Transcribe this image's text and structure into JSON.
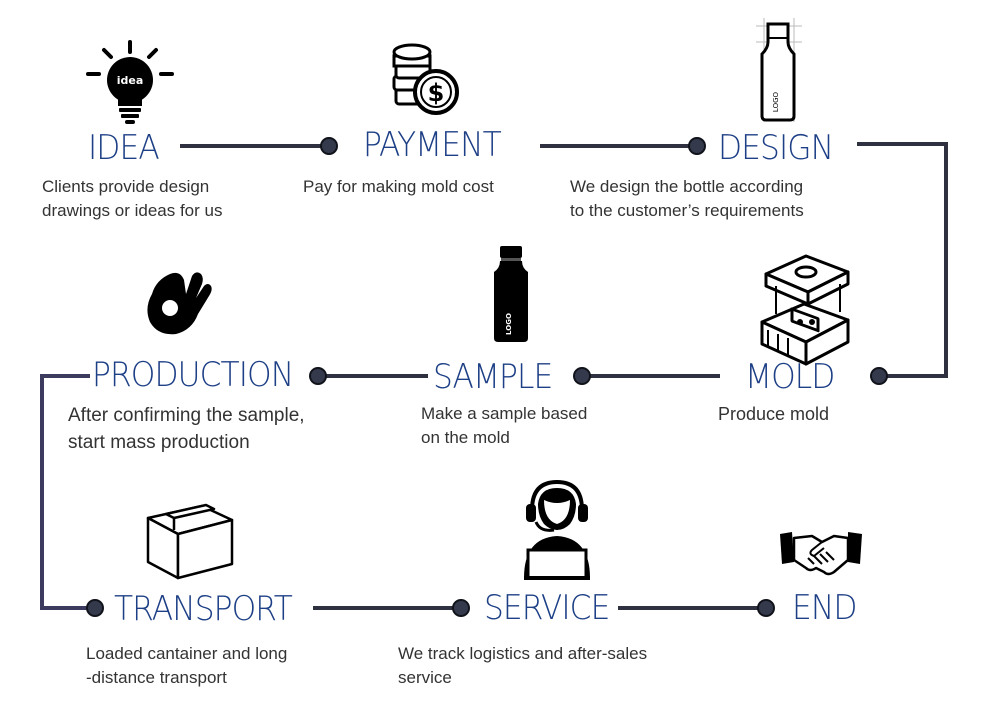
{
  "colors": {
    "title": "#1d3f86",
    "text": "#333333",
    "line": "#2f3140",
    "frame": "#3d3a60",
    "dot": "#343a4c"
  },
  "steps": [
    {
      "title": "IDEA",
      "desc": "Clients provide design\ndrawings or ideas for us",
      "icon": "lightbulb-icon",
      "icon_text": "idea"
    },
    {
      "title": "PAYMENT",
      "desc": "Pay for making mold cost",
      "icon": "coins-dollar-icon"
    },
    {
      "title": "DESIGN",
      "desc": "We design the bottle according\nto the customer’s requirements",
      "icon": "bottle-sketch-icon"
    },
    {
      "title": "MOLD",
      "desc": "Produce mold",
      "icon": "mold-icon"
    },
    {
      "title": "SAMPLE",
      "desc": "Make a sample based\non the mold",
      "icon": "bottle-icon"
    },
    {
      "title": "PRODUCTION",
      "desc": "After confirming the sample,\nstart mass production",
      "icon": "ok-hand-icon"
    },
    {
      "title": "TRANSPORT",
      "desc": "Loaded cantainer and long\n-distance transport",
      "icon": "box-icon"
    },
    {
      "title": "SERVICE",
      "desc": "We track logistics and after-sales\nservice",
      "icon": "support-agent-icon"
    },
    {
      "title": "END",
      "desc": "",
      "icon": "handshake-icon"
    }
  ]
}
